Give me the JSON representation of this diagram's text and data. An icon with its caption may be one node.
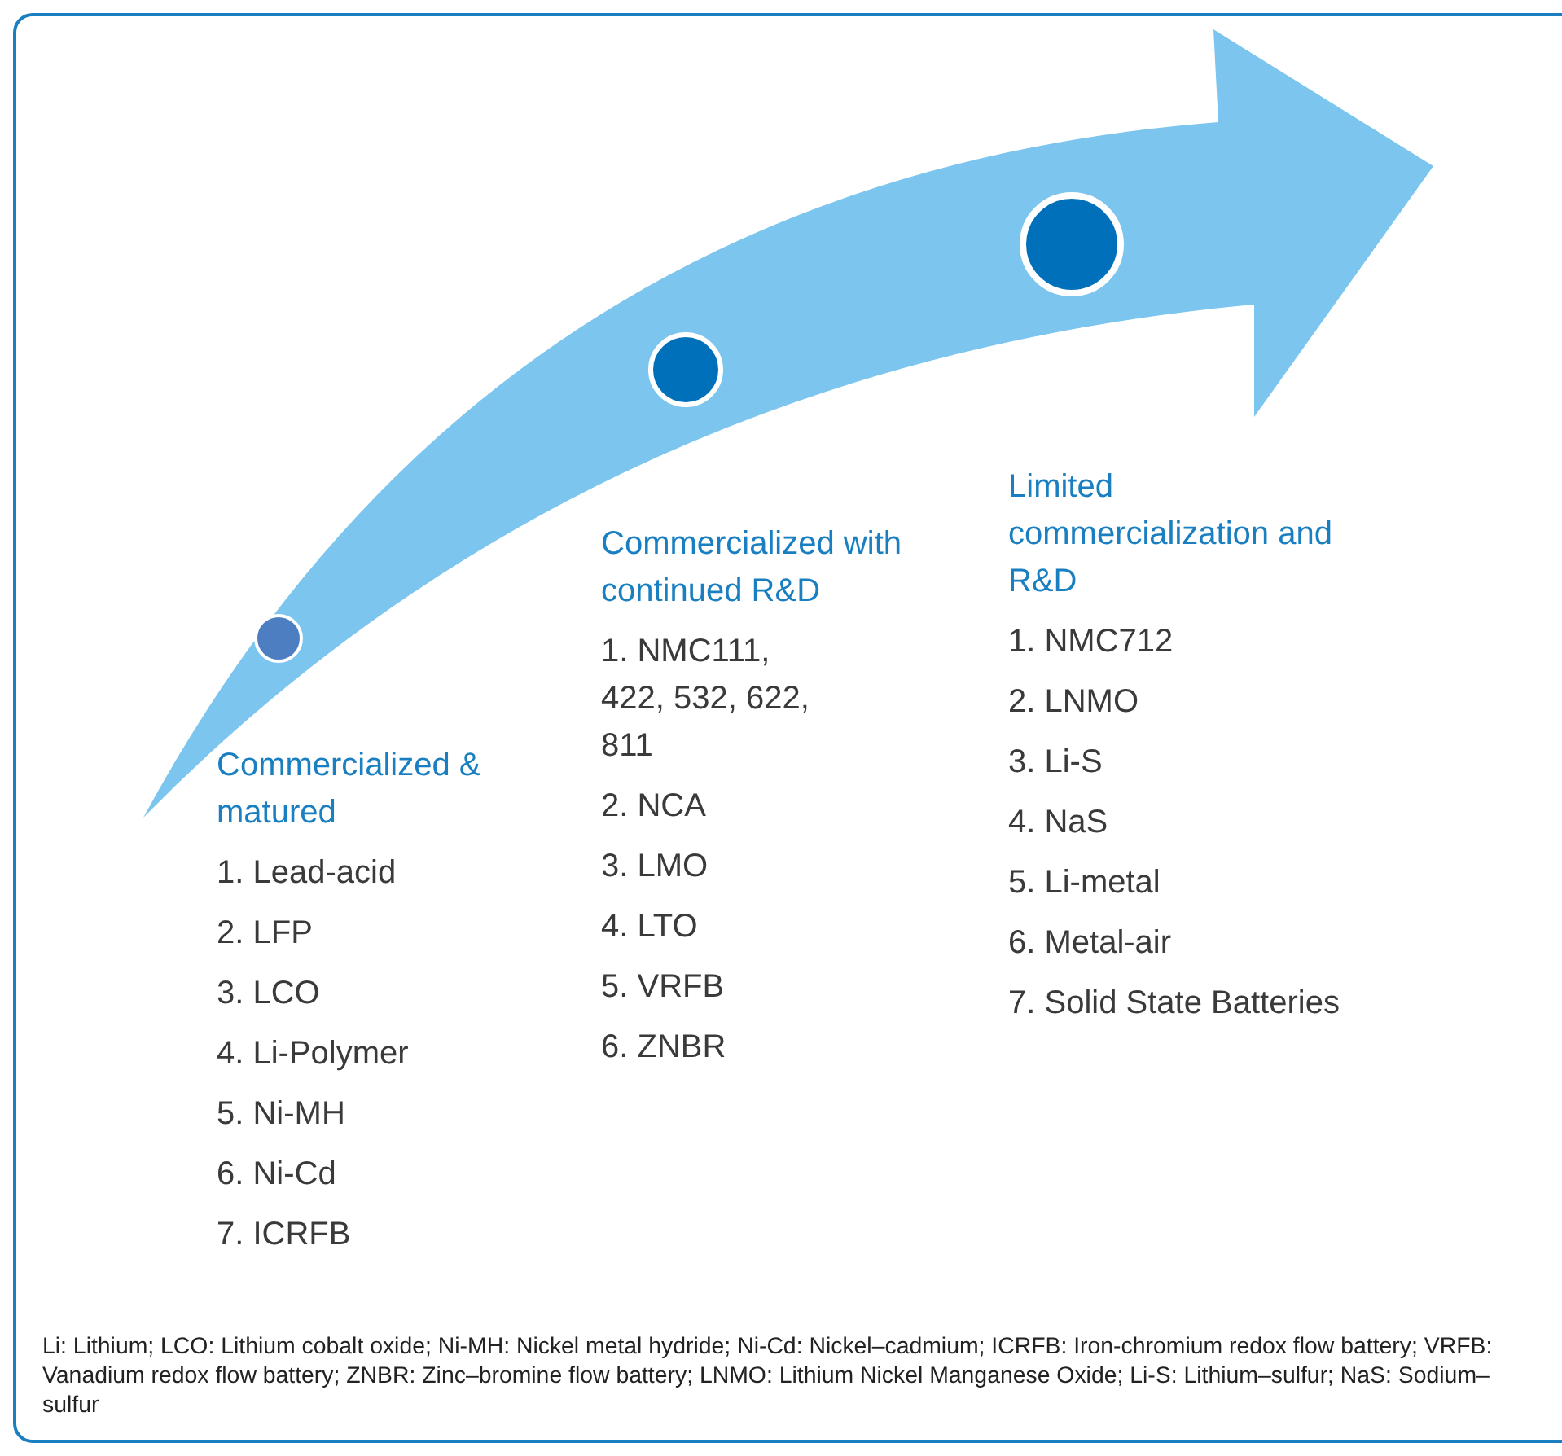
{
  "diagram": {
    "nodes": [
      {
        "text": [],
        "shape": "circle"
      },
      {
        "text": [],
        "shape": "circle"
      },
      {
        "text": [],
        "shape": "circle"
      }
    ],
    "labels": [
      "Commercialized & matured",
      "1. Lead-acid",
      "2. LFP",
      "3. LCO",
      "4. Li-Polymer",
      "5. Ni-MH",
      "6. Ni-Cd",
      "7. ICRFB",
      "Commercialized with continued R&D",
      "1. NMC111, 422, 532, 622, 811",
      "2. NCA",
      "3. LMO",
      "4. LTO",
      "5. VRFB",
      "6. ZNBR",
      "Limited commercialization and R&D",
      "1. NMC712",
      "2. LNMO",
      "3. Li-S",
      "4. NaS",
      "5. Li-metal",
      "6. Metal-air",
      "7. Solid State Batteries",
      "Li: Lithium; LCO: Lithium cobalt oxide; Ni-MH: Nickel metal hydride; Ni-Cd: Nickel–cadmium; ICRFB: Iron-chromium redox flow battery; VRFB: Vanadium redox flow battery; ZNBR: Zinc–bromine flow battery; LNMO: Lithium Nickel Manganese Oxide; Li-S: Lithium–sulfur; NaS: Sodium–sulfur"
    ]
  }
}
